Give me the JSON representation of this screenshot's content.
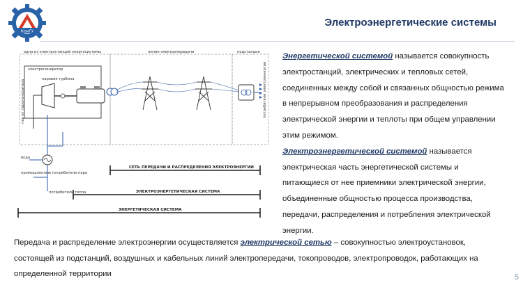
{
  "header": {
    "title": "Электроэнергетические системы",
    "logo_text": "КемГУ"
  },
  "diagram": {
    "station_label": "одна из электростанций энергосистемы",
    "line_label": "линия электропередачи",
    "substation_label": "подстанция",
    "generator_label": "электрогенератор",
    "turbine_label": "паровая турбина",
    "steam_label": "пар от парогенератора",
    "water_label": "вода",
    "industrial_label": "промышленные потребители пара",
    "heat_label": "потребители тепла",
    "consumers_label": "потребители электроэнергии",
    "network_label": "СЕТЬ ПЕРЕДАЧИ И РАСПРЕДЕЛЕНИЯ ЭЛЕКТРОЭНЕРГИИ",
    "power_system_label": "ЭЛЕКТРОЭНЕРГЕТИЧЕСКАЯ СИСТЕМА",
    "energy_system_label": "ЭНЕРГЕТИЧЕСКАЯ СИСТЕМА"
  },
  "definitions": {
    "term1": "Энергетической системой",
    "text1": " называется совокупность электростанций, электрических и тепловых сетей, соединенных между собой и связанных общностью режима в непрерывном преобразования и распределения электрической энергии и теплоты при общем управлении этим режимом.",
    "term2": "Электроэнергетической системой",
    "text2": " называется электрическая часть энергетической системы и питающиеся от нее приемники электрической энергии, объединенные общностью процесса производства, передачи, распределения и потребления электрической энергии."
  },
  "bottom": {
    "text_before": "Передача и распределение электроэнергии осуществляется ",
    "term": "электрической сетью",
    "text_after": " – совокупностью электроустановок, состоящей из подстанций, воздушных и кабельных линий электропередачи, токопроводов, электропроводок, работающих на определенной территории"
  },
  "page_number": "5",
  "colors": {
    "title": "#1f3864",
    "accent_blue": "#2e5aa8",
    "logo_ring": "#2a62a8"
  }
}
